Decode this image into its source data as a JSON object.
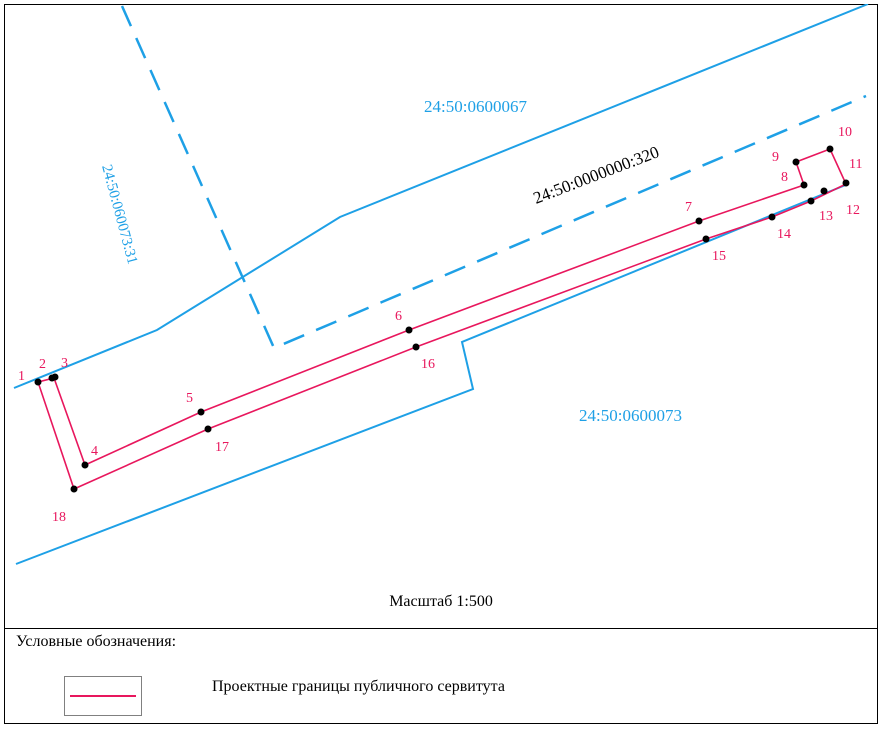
{
  "map": {
    "parcels": [
      {
        "id": "parcel-067",
        "label": "24:50:0600067"
      },
      {
        "id": "parcel-073",
        "label": "24:50:0600073"
      },
      {
        "id": "parcel-073-31",
        "label": "24:50:060073:31"
      },
      {
        "id": "parcel-320",
        "label": "24:50:0000000:320"
      }
    ],
    "points": [
      "1",
      "2",
      "3",
      "4",
      "5",
      "6",
      "7",
      "8",
      "9",
      "10",
      "11",
      "12",
      "13",
      "14",
      "15",
      "16",
      "17",
      "18"
    ],
    "scale_label": "Масштаб 1:500",
    "colors": {
      "boundary": "#1ea0e6",
      "servitude": "#e8175d",
      "point": "#000000",
      "label": "#e8175d"
    }
  },
  "legend": {
    "title": "Условные обозначения:",
    "items": [
      {
        "label": "Проектные границы публичного сервитута",
        "color": "#e8175d"
      }
    ]
  }
}
